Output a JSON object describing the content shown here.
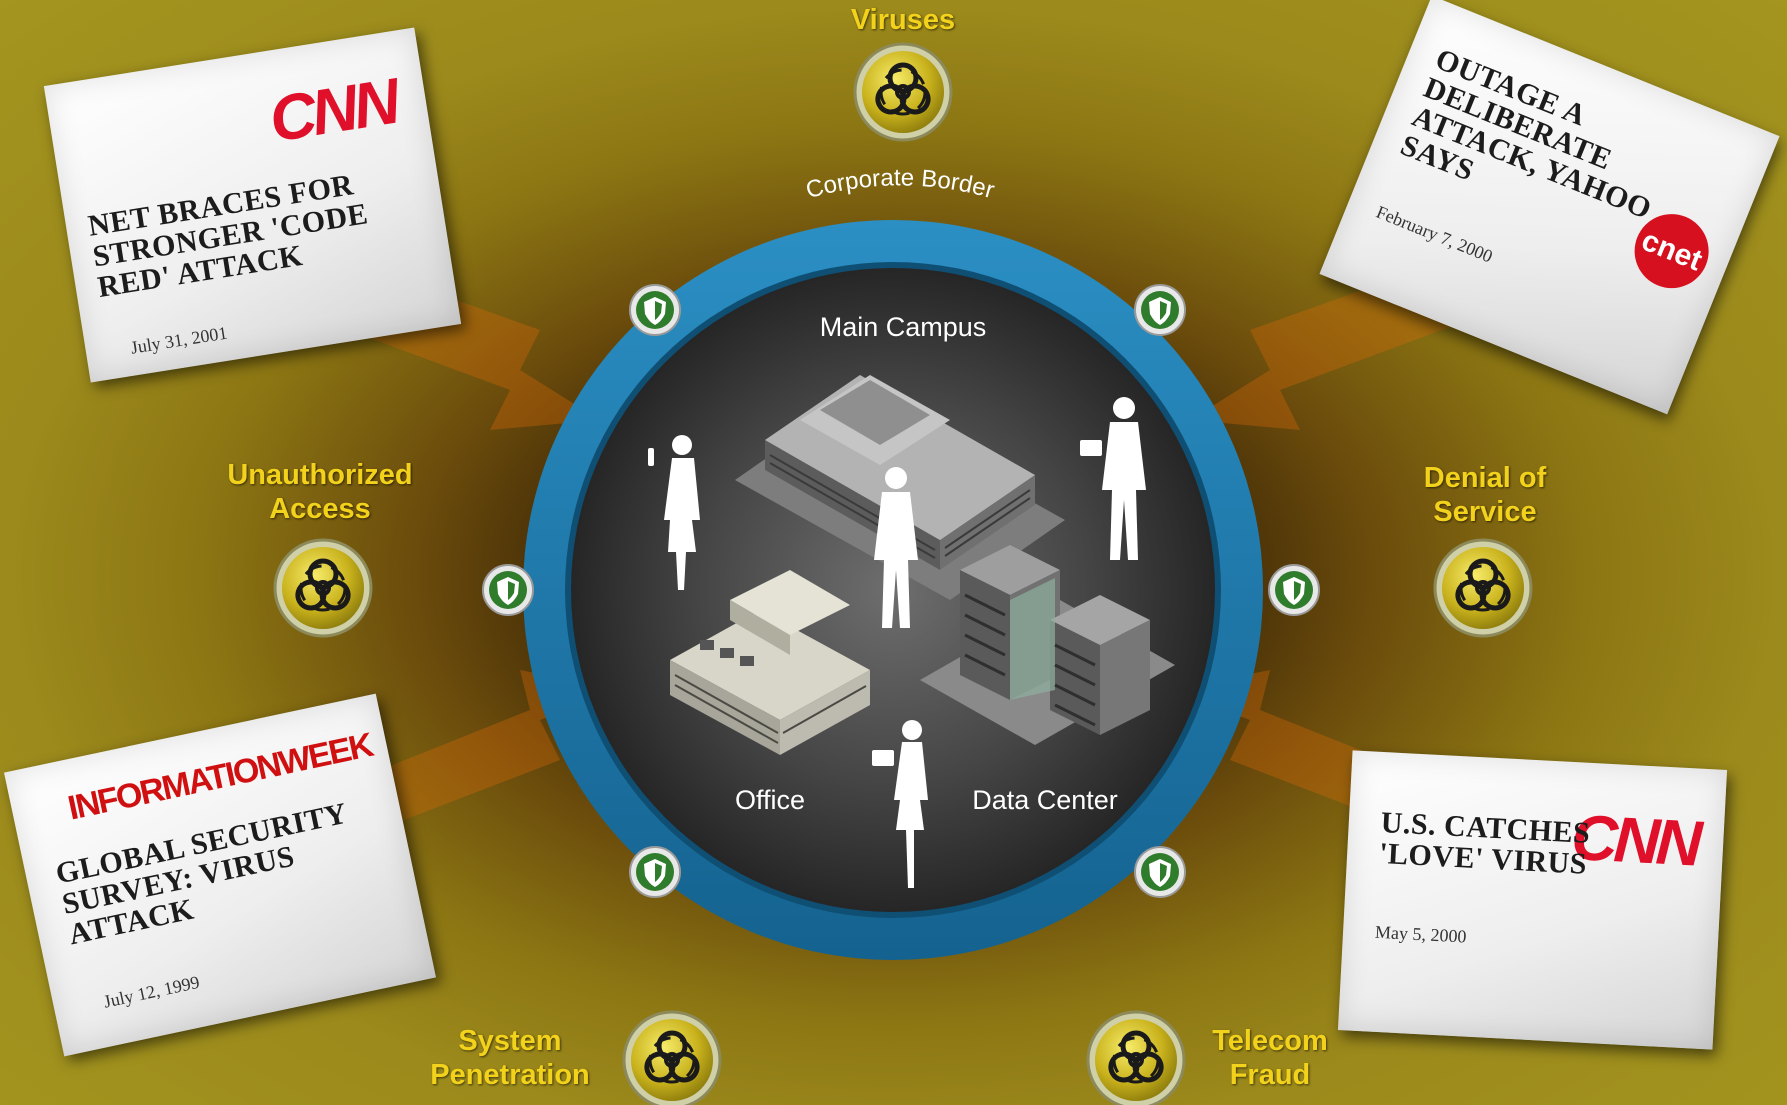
{
  "threats": {
    "viruses": "Viruses",
    "unauthorized_access": "Unauthorized Access",
    "denial_of_service": "Denial of Service",
    "system_penetration": "System Penetration",
    "telecom_fraud": "Telecom Fraud"
  },
  "border_label": "Corporate Border",
  "zones": {
    "main_campus": "Main Campus",
    "office": "Office",
    "data_center": "Data Center"
  },
  "newspapers": [
    {
      "brand": "CNN",
      "headline": "NET BRACES FOR STRONGER 'CODE RED' ATTACK",
      "date": "July 31, 2001"
    },
    {
      "brand": "cnet",
      "headline": "OUTAGE A DELIBERATE ATTACK, YAHOO SAYS",
      "date": "February 7, 2000"
    },
    {
      "brand": "INFORMATIONWEEK",
      "headline": "GLOBAL SECURITY SURVEY: VIRUS ATTACK",
      "date": "July 12, 1999"
    },
    {
      "brand": "CNN",
      "headline": "U.S. CATCHES 'LOVE' VIRUS",
      "date": "May 5, 2000"
    }
  ],
  "colors": {
    "threat_text": "#f3d21b",
    "border_ring": "#1f7db0",
    "shield_green": "#2f7d2c",
    "cnn_red": "#e0102a"
  }
}
